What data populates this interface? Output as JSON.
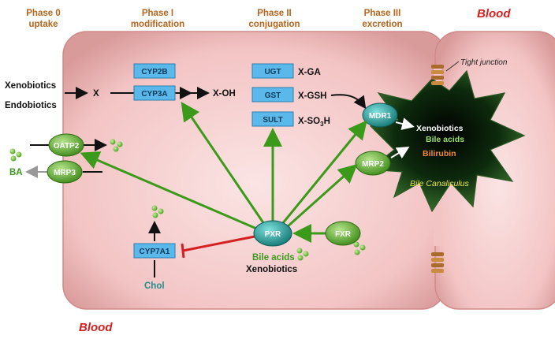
{
  "phases": [
    {
      "line1": "Phase 0",
      "line2": "uptake"
    },
    {
      "line1": "Phase I",
      "line2": "modification"
    },
    {
      "line1": "Phase II",
      "line2": "conjugation"
    },
    {
      "line1": "Phase III",
      "line2": "excretion"
    }
  ],
  "blood_top": "Blood",
  "blood_bottom": "Blood",
  "tight_junction": "Tight junction",
  "inputs": {
    "xeno": "Xenobiotics",
    "endo": "Endobiotics"
  },
  "phase1": {
    "x": "X",
    "cyp2b": "CYP2B",
    "cyp3a": "CYP3A",
    "xoh": "X-OH"
  },
  "phase2": {
    "ugt": "UGT",
    "gst": "GST",
    "sult": "SULT",
    "xga": "X-GA",
    "xgsh": "X-GSH",
    "xso3": "X-SO",
    "xso3_sub": "3",
    "xso3_h": "H"
  },
  "transporters": {
    "oatp2": "OATP2",
    "mrp3": "MRP3",
    "mdr1": "MDR1",
    "mrp2": "MRP2",
    "pxr": "PXR",
    "fxr": "FXR"
  },
  "ba": "BA",
  "canaliculus": {
    "xeno": "Xenobiotics",
    "bile_acids": "Bile acids",
    "bilirubin": "Bilirubin",
    "name": "Bile Canaliculus"
  },
  "cyp7a1": "CYP7A1",
  "chol": "Chol",
  "pxr_ligands": {
    "bile_acids": "Bile acids",
    "xeno": "Xenobiotics"
  },
  "colors": {
    "cell": "#f0b8b8",
    "enzyme": "#5bb8ea",
    "green_node": "#5aa92a",
    "teal_node": "#1f8f8c",
    "arrow_green": "#3c9a1a",
    "inhibit": "#d42020"
  }
}
